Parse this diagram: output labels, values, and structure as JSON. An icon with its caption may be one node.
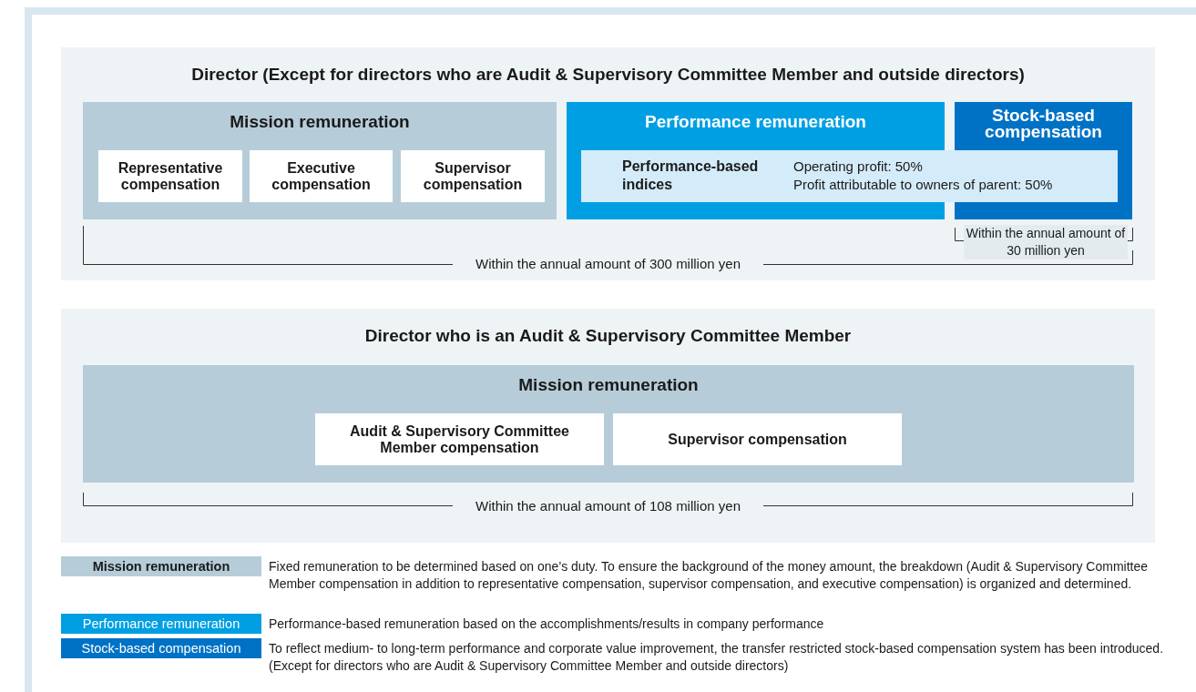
{
  "diagram": {
    "nodes": [
      {
        "text": [
          "Director (Except for directors who are Audit & Supervisory Committee Member and outside directors)"
        ]
      },
      {
        "text": [
          "Mission remuneration"
        ],
        "in": 0
      },
      {
        "text": [
          "Representative compensation"
        ],
        "in": 1
      },
      {
        "text": [
          "Executive compensation"
        ],
        "in": 1
      },
      {
        "text": [
          "Supervisor compensation"
        ],
        "in": 1
      },
      {
        "text": [
          "Performance remuneration"
        ],
        "in": 0
      },
      {
        "text": [
          "Performance-based indices",
          "Operating profit: 50%",
          "Profit attributable to owners of parent: 50%"
        ],
        "in": 0
      },
      {
        "text": [
          "Stock-based compensation"
        ],
        "in": 0
      },
      {
        "text": [
          "Director who is an Audit & Supervisory Committee Member"
        ]
      },
      {
        "text": [
          "Mission remuneration"
        ],
        "in": 8
      },
      {
        "text": [
          "Audit & Supervisory Committee Member compensation"
        ],
        "in": 9
      },
      {
        "text": [
          "Supervisor compensation"
        ],
        "in": 9
      }
    ],
    "edges": [],
    "labels": [
      "Within the annual amount of 30 million yen",
      "Within the annual amount of 300 million yen",
      "Within the annual amount of 108 million yen",
      "Mission remuneration",
      "Performance remuneration",
      "Stock-based compensation"
    ],
    "legend": [
      {
        "text": "Fixed remuneration to be determined based on one’s duty. To ensure the background of the money amount, the breakdown (Audit & Supervisory Committee Member compensation in addition to representative compensation, supervisor compensation, and executive compensation) is organized and determined.",
        "color": "#b6cdd9"
      },
      {
        "text": "Performance-based remuneration based on the accomplishments/results in company performance",
        "color": "#009fe3"
      },
      {
        "text": "To reflect medium- to long-term performance and corporate value improvement, the transfer restricted stock-based compensation system has been introduced. (Except for directors who are Audit & Supervisory Committee Member and outside directors)",
        "color": "#0072c6"
      }
    ]
  }
}
